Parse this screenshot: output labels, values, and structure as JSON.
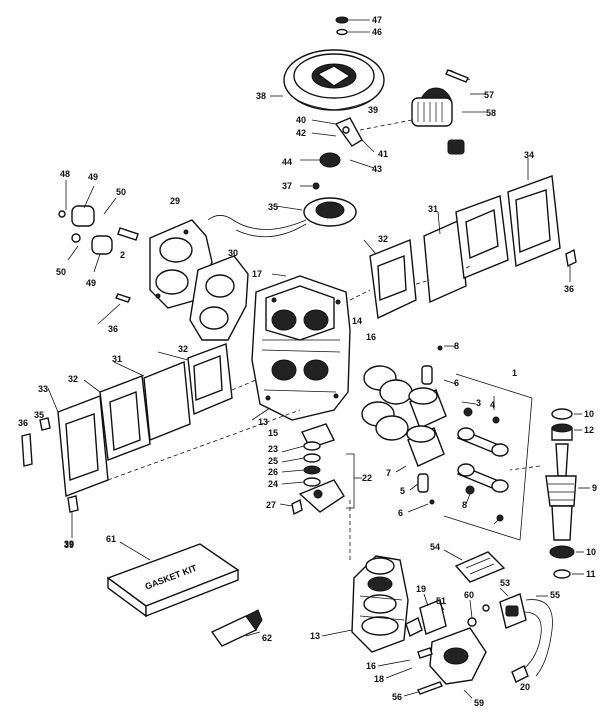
{
  "callouts": [
    {
      "n": "47"
    },
    {
      "n": "46"
    },
    {
      "n": "38"
    },
    {
      "n": "57"
    },
    {
      "n": "58"
    },
    {
      "n": "39"
    },
    {
      "n": "40"
    },
    {
      "n": "42"
    },
    {
      "n": "41"
    },
    {
      "n": "43"
    },
    {
      "n": "44"
    },
    {
      "n": "37"
    },
    {
      "n": "35"
    },
    {
      "n": "34"
    },
    {
      "n": "48"
    },
    {
      "n": "49"
    },
    {
      "n": "50"
    },
    {
      "n": "29"
    },
    {
      "n": "2"
    },
    {
      "n": "50"
    },
    {
      "n": "49"
    },
    {
      "n": "30"
    },
    {
      "n": "31"
    },
    {
      "n": "32"
    },
    {
      "n": "36"
    },
    {
      "n": "17"
    },
    {
      "n": "14"
    },
    {
      "n": "16"
    },
    {
      "n": "36"
    },
    {
      "n": "32"
    },
    {
      "n": "31"
    },
    {
      "n": "33"
    },
    {
      "n": "32"
    },
    {
      "n": "35"
    },
    {
      "n": "36"
    },
    {
      "n": "39"
    },
    {
      "n": "13"
    },
    {
      "n": "15"
    },
    {
      "n": "23"
    },
    {
      "n": "25"
    },
    {
      "n": "26"
    },
    {
      "n": "24"
    },
    {
      "n": "22"
    },
    {
      "n": "27"
    },
    {
      "n": "8"
    },
    {
      "n": "6"
    },
    {
      "n": "3"
    },
    {
      "n": "1"
    },
    {
      "n": "4"
    },
    {
      "n": "10"
    },
    {
      "n": "12"
    },
    {
      "n": "7"
    },
    {
      "n": "5"
    },
    {
      "n": "6"
    },
    {
      "n": "8"
    },
    {
      "n": "9"
    },
    {
      "n": "10"
    },
    {
      "n": "11"
    },
    {
      "n": "39"
    },
    {
      "n": "61"
    },
    {
      "n": "54"
    },
    {
      "n": "62"
    },
    {
      "n": "13"
    },
    {
      "n": "19"
    },
    {
      "n": "51"
    },
    {
      "n": "60"
    },
    {
      "n": "53"
    },
    {
      "n": "55"
    },
    {
      "n": "16"
    },
    {
      "n": "18"
    },
    {
      "n": "56"
    },
    {
      "n": "59"
    },
    {
      "n": "20"
    }
  ],
  "gasket_kit_label": "GASKET KIT"
}
